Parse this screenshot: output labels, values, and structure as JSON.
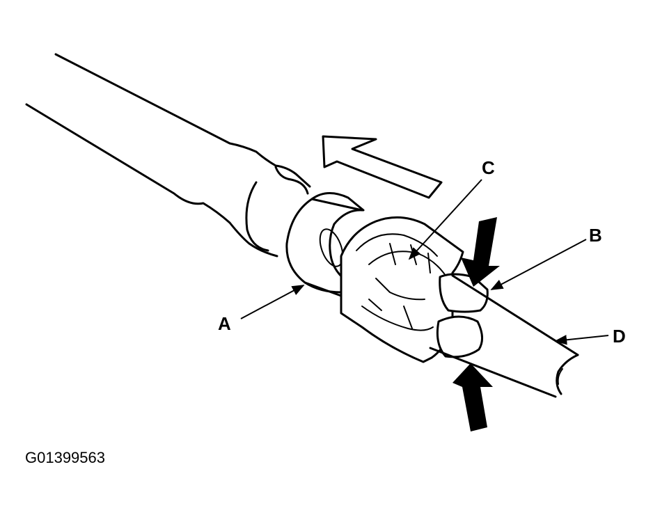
{
  "callouts": {
    "a": "A",
    "b": "B",
    "c": "C",
    "d": "D"
  },
  "figure_id": "G01399563",
  "colors": {
    "line": "#000000",
    "background": "#ffffff"
  },
  "icons": {
    "direction_arrow": "hollow-arrow-icon",
    "squeeze_arrows": "solid-arrow-icon"
  }
}
